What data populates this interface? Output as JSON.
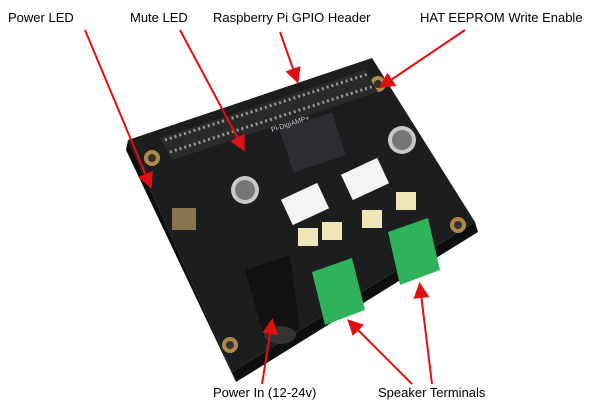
{
  "labels": {
    "power_led": "Power LED",
    "mute_led": "Mute LED",
    "gpio_header": "Raspberry Pi GPIO Header",
    "eeprom": "HAT EEPROM Write Enable",
    "power_in": "Power In (12-24v)",
    "speaker_terminals": "Speaker Terminals"
  },
  "board": {
    "silkscreen": "Pi-DigiAMP+"
  },
  "colors": {
    "arrow": "#e01010",
    "pcb": "#1b1d1f",
    "terminal": "#2fb35a",
    "capacitor": "#efe6b8"
  }
}
